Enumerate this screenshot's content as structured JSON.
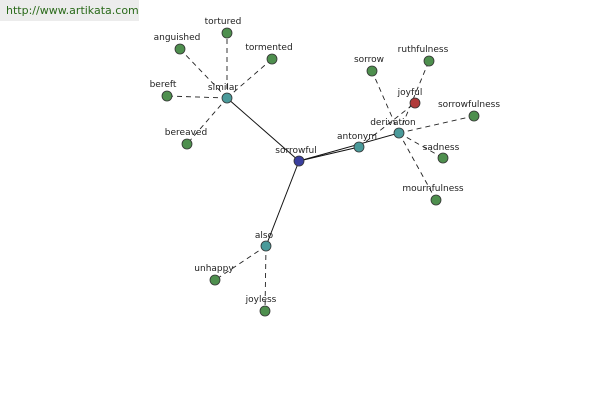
{
  "source_url": "http://www.artikata.com",
  "colors": {
    "center": "#3a3f9e",
    "relation": "#4a9a9a",
    "word": "#4e8f4e",
    "highlight": "#b03a3a",
    "edge": "#111111",
    "dashed_edge": "#222222"
  },
  "nodes": [
    {
      "id": "sorrowful",
      "label": "sorrowful",
      "kind": "center"
    },
    {
      "id": "similar",
      "label": "similar",
      "kind": "relation"
    },
    {
      "id": "also",
      "label": "also",
      "kind": "relation"
    },
    {
      "id": "antonym",
      "label": "antonym",
      "kind": "relation"
    },
    {
      "id": "derivation",
      "label": "derivation",
      "kind": "relation"
    },
    {
      "id": "tortured",
      "label": "tortured",
      "kind": "word"
    },
    {
      "id": "anguished",
      "label": "anguished",
      "kind": "word"
    },
    {
      "id": "tormented",
      "label": "tormented",
      "kind": "word"
    },
    {
      "id": "bereft",
      "label": "bereft",
      "kind": "word"
    },
    {
      "id": "bereaved",
      "label": "bereaved",
      "kind": "word"
    },
    {
      "id": "unhappy",
      "label": "unhappy",
      "kind": "word"
    },
    {
      "id": "joyless",
      "label": "joyless",
      "kind": "word"
    },
    {
      "id": "joyful",
      "label": "joyful",
      "kind": "highlight"
    },
    {
      "id": "sorrow",
      "label": "sorrow",
      "kind": "word"
    },
    {
      "id": "ruthfulness",
      "label": "ruthfulness",
      "kind": "word"
    },
    {
      "id": "sorrowfulness",
      "label": "sorrowfulness",
      "kind": "word"
    },
    {
      "id": "sadness",
      "label": "sadness",
      "kind": "word"
    },
    {
      "id": "mournfulness",
      "label": "mournfulness",
      "kind": "word"
    }
  ],
  "edges": [
    {
      "from": "sorrowful",
      "to": "similar",
      "style": "solid"
    },
    {
      "from": "sorrowful",
      "to": "also",
      "style": "solid"
    },
    {
      "from": "sorrowful",
      "to": "antonym",
      "style": "solid"
    },
    {
      "from": "sorrowful",
      "to": "derivation",
      "style": "solid"
    },
    {
      "from": "similar",
      "to": "tortured",
      "style": "dashed"
    },
    {
      "from": "similar",
      "to": "anguished",
      "style": "dashed"
    },
    {
      "from": "similar",
      "to": "tormented",
      "style": "dashed"
    },
    {
      "from": "similar",
      "to": "bereft",
      "style": "dashed"
    },
    {
      "from": "similar",
      "to": "bereaved",
      "style": "dashed"
    },
    {
      "from": "also",
      "to": "unhappy",
      "style": "dashed"
    },
    {
      "from": "also",
      "to": "joyless",
      "style": "dashed"
    },
    {
      "from": "antonym",
      "to": "joyful",
      "style": "dashed"
    },
    {
      "from": "derivation",
      "to": "sorrow",
      "style": "dashed"
    },
    {
      "from": "derivation",
      "to": "ruthfulness",
      "style": "dashed"
    },
    {
      "from": "derivation",
      "to": "sorrowfulness",
      "style": "dashed"
    },
    {
      "from": "derivation",
      "to": "sadness",
      "style": "dashed"
    },
    {
      "from": "derivation",
      "to": "mournfulness",
      "style": "dashed"
    }
  ]
}
